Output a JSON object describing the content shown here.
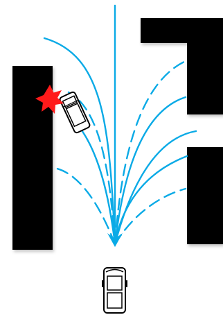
{
  "scene": {
    "colors": {
      "background": "#ffffff",
      "obstacle": "#000000",
      "trajectory": "#0aaae6",
      "collision_star": "#ff1a1a",
      "vehicle_body": "#ffffff",
      "vehicle_outline": "#000000"
    },
    "obstacles": [
      "left-block",
      "top-right-block",
      "bottom-right-block"
    ],
    "trajectories": {
      "solid_count": 6,
      "dashed_count": 4
    },
    "vehicles": [
      "ego-vehicle",
      "crashed-vehicle"
    ],
    "markers": [
      "collision-star-icon",
      "arrowhead"
    ]
  }
}
